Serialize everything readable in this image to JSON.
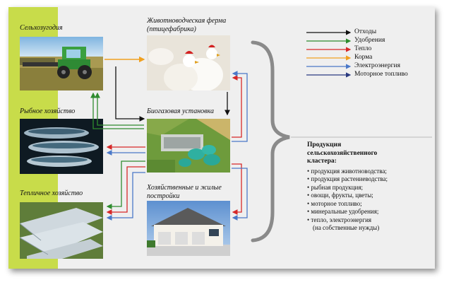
{
  "labels": {
    "agriculture": "Сельхозугодия",
    "fish": "Рыбное хозяйство",
    "greenhouse": "Тепличное хозяйство",
    "farm_line1": "Животноводческая ферма",
    "farm_line2": "(птицефабрика)",
    "biogas": "Биогазовая установка",
    "buildings_line1": "Хозяйственные и жилые",
    "buildings_line2": "постройки"
  },
  "legend": [
    {
      "label": "Отходы",
      "color": "#111111"
    },
    {
      "label": "Удобрения",
      "color": "#2e8b2e"
    },
    {
      "label": "Тепло",
      "color": "#d62828"
    },
    {
      "label": "Корма",
      "color": "#f0a020"
    },
    {
      "label": "Электроэнергия",
      "color": "#4a78c8"
    },
    {
      "label": "Моторное топливо",
      "color": "#2a3a80"
    }
  ],
  "products": {
    "title_line1": "Продукция",
    "title_line2": "сельскохозяйственного",
    "title_line3": "кластера:",
    "items": [
      "продукция животноводства;",
      "продукция растениеводства;",
      "рыбная продукция;",
      "овощи, фрукты, цветы;",
      "моторное топливо;",
      "минеральные удобрения;",
      "тепло, электроэнергия"
    ],
    "note": "(на собственные нужды)"
  }
}
